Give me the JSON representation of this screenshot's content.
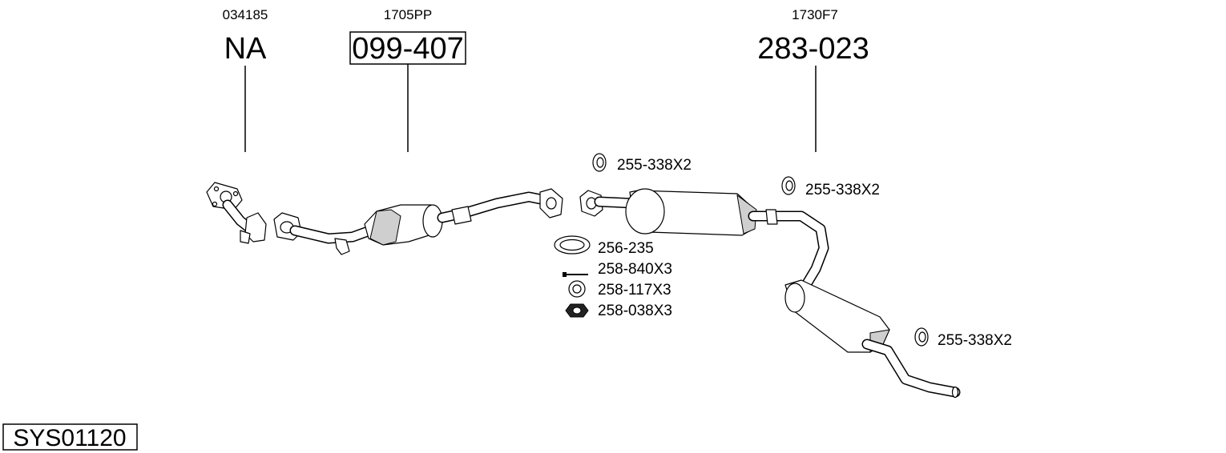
{
  "callouts": [
    {
      "ref": "034185",
      "part": "NA",
      "boxed": false
    },
    {
      "ref": "1705PP",
      "part": "099-407",
      "boxed": true
    },
    {
      "ref": "1730F7",
      "part": "283-023",
      "boxed": false
    }
  ],
  "hardware": [
    {
      "label": "255-338X2",
      "icon": "rubber-ring-icon"
    },
    {
      "label": "255-338X2",
      "icon": "rubber-ring-icon"
    },
    {
      "label": "256-235",
      "icon": "gasket-icon"
    },
    {
      "label": "258-840X3",
      "icon": "bolt-icon"
    },
    {
      "label": "258-117X3",
      "icon": "washer-icon"
    },
    {
      "label": "258-038X3",
      "icon": "nut-icon"
    },
    {
      "label": "255-338X2",
      "icon": "rubber-ring-icon"
    }
  ],
  "system_code": "SYS01120"
}
